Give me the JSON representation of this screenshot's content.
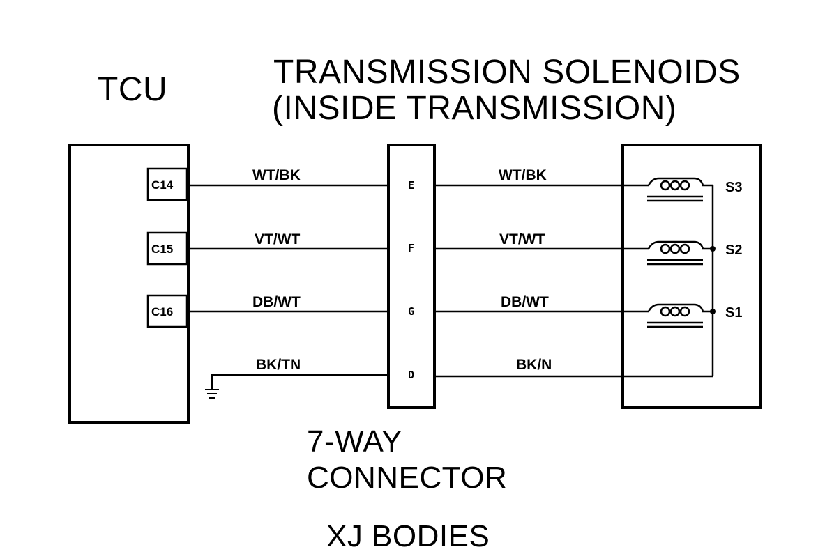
{
  "tcu": {
    "label": "TCU",
    "pins": [
      {
        "id": "C14"
      },
      {
        "id": "C15"
      },
      {
        "id": "C16"
      }
    ]
  },
  "solenoid_block": {
    "title_line1": "TRANSMISSION SOLENOIDS",
    "title_line2": "(INSIDE TRANSMISSION)",
    "solenoids": [
      {
        "id": "S3"
      },
      {
        "id": "S2"
      },
      {
        "id": "S1"
      }
    ]
  },
  "connector": {
    "label_line1": "7-WAY",
    "label_line2": "CONNECTOR",
    "pins": [
      "E",
      "F",
      "G",
      "D"
    ]
  },
  "wires_left": [
    "WT/BK",
    "VT/WT",
    "DB/WT",
    "BK/TN"
  ],
  "wires_right": [
    "WT/BK",
    "VT/WT",
    "DB/WT",
    "BK/N"
  ],
  "footer": "XJ BODIES",
  "colors": {
    "ink": "#000000",
    "background": "#ffffff"
  }
}
